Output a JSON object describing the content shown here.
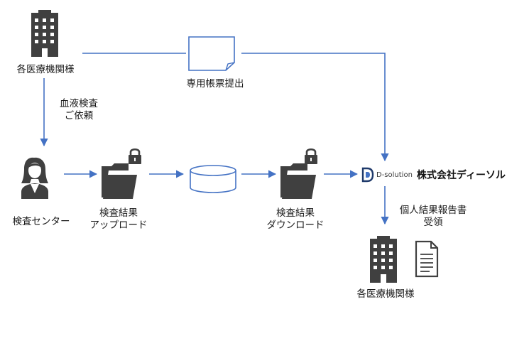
{
  "nodes": {
    "hospital_top": "各医療機関様",
    "form_submit": "専用帳票提出",
    "blood_request_line1": "血液検査",
    "blood_request_line2": "ご依頼",
    "lab_center": "検査センター",
    "upload_line1": "検査結果",
    "upload_line2": "アップロード",
    "download_line1": "検査結果",
    "download_line2": "ダウンロード",
    "company_logo_text": "D-solution",
    "company_name": "株式会社ディーソル",
    "report_line1": "個人結果報告書",
    "report_line2": "受領",
    "hospital_bottom": "各医療機関様"
  },
  "colors": {
    "arrow": "#4472c4",
    "icon": "#404040",
    "cylinder_stroke": "#4472c4",
    "document_stroke": "#4472c4"
  }
}
